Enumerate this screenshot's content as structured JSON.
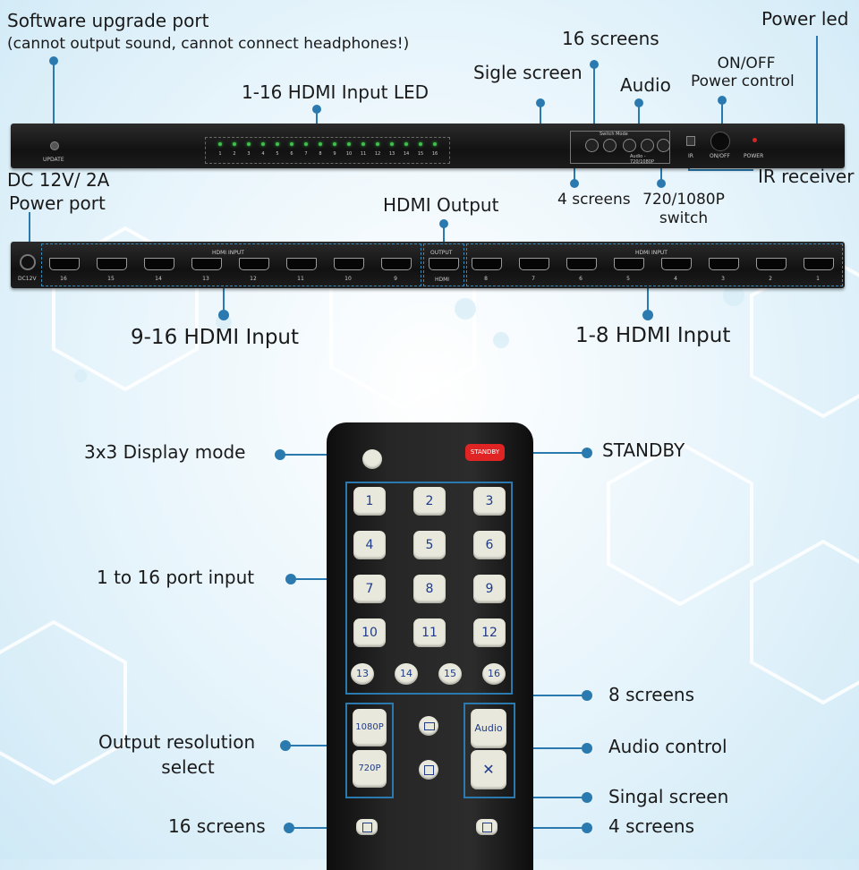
{
  "labels": {
    "software_upgrade": "Software upgrade port",
    "software_note": "(cannot output sound, cannot connect headphones!)",
    "power_led": "Power led",
    "screens16_top": "16 screens",
    "on_off": "ON/OFF",
    "power_control": "Power control",
    "sigle_screen": "Sigle screen",
    "audio_top": "Audio",
    "hdmi_input_led": "1-16 HDMI Input LED",
    "dc_power": "DC 12V/ 2A",
    "power_port": "Power port",
    "ir_receiver": "IR receiver",
    "screens4_top": "4 screens",
    "res_switch_1": "720/1080P",
    "res_switch_2": "switch",
    "hdmi_output": "HDMI Output",
    "input_9_16": "9-16 HDMI Input",
    "input_1_8": "1-8 HDMI Input",
    "display_3x3": "3x3 Display mode",
    "standby": "STANDBY",
    "port_input": "1 to 16 port input",
    "screens8": "8 screens",
    "output_res_1": "Output resolution",
    "output_res_2": "select",
    "audio_control": "Audio control",
    "singal_screen": "Singal screen",
    "screens16_bottom": "16 screens",
    "screens4_bottom": "4 screens"
  },
  "front_panel": {
    "update": "UPDATE",
    "led_numbers": [
      "1",
      "2",
      "3",
      "4",
      "5",
      "6",
      "7",
      "8",
      "9",
      "10",
      "11",
      "12",
      "13",
      "14",
      "15",
      "16"
    ],
    "switch_mode": "Switch Mode",
    "switch_sub": "Audio - 720/1080P",
    "ir": "IR",
    "on_off": "ON/OFF",
    "power": "POWER"
  },
  "rear_panel": {
    "dc12v": "DC12V",
    "hdmi_input_title": "HDMI INPUT",
    "output_title": "OUTPUT",
    "hdmi_label": "HDMI",
    "left_ports": [
      "16",
      "15",
      "14",
      "13",
      "12",
      "11",
      "10",
      "9"
    ],
    "right_ports": [
      "8",
      "7",
      "6",
      "5",
      "4",
      "3",
      "2",
      "1"
    ]
  },
  "remote": {
    "standby": "STANDBY",
    "keys": [
      "1",
      "2",
      "3",
      "4",
      "5",
      "6",
      "7",
      "8",
      "9",
      "10",
      "11",
      "12"
    ],
    "small_keys": [
      "13",
      "14",
      "15",
      "16"
    ],
    "res_1080": "1080P",
    "res_720": "720P",
    "audio": "Audio"
  },
  "colors": {
    "accent": "#2a7ab0",
    "standby": "#e02424",
    "led": "#3cc24a"
  }
}
